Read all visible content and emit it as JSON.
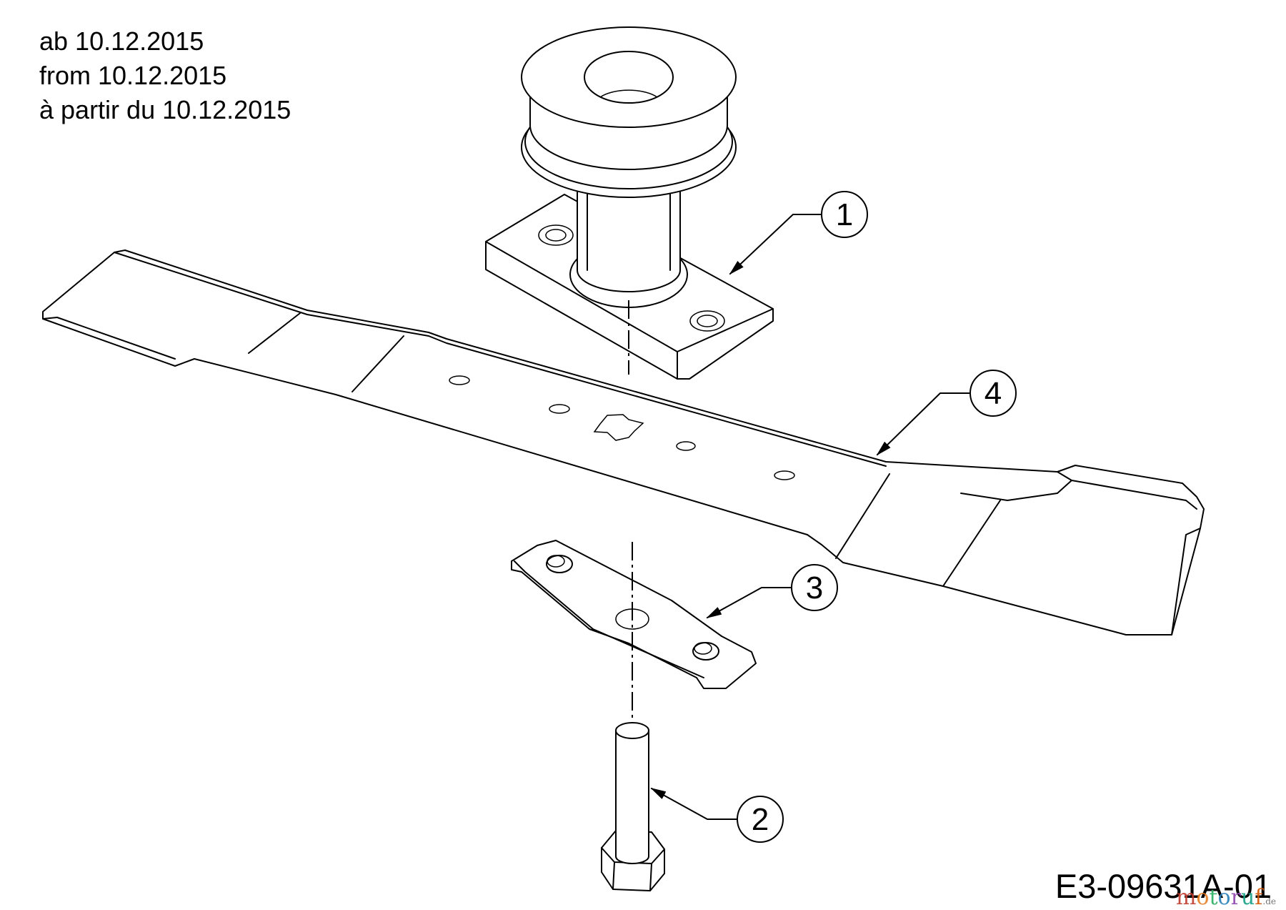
{
  "validity_notes": [
    "ab 10.12.2015",
    "from 10.12.2015",
    "à partir du 10.12.2015"
  ],
  "callouts": [
    {
      "number": "1",
      "part": "pulley-spindle-housing"
    },
    {
      "number": "2",
      "part": "hex-bolt"
    },
    {
      "number": "3",
      "part": "blade-adapter"
    },
    {
      "number": "4",
      "part": "mower-blade"
    }
  ],
  "drawing_code": "E3-09631A-01",
  "watermark": {
    "text": "motoruf",
    "tld": ".de"
  },
  "colors": {
    "line": "#000000",
    "background": "#ffffff"
  }
}
